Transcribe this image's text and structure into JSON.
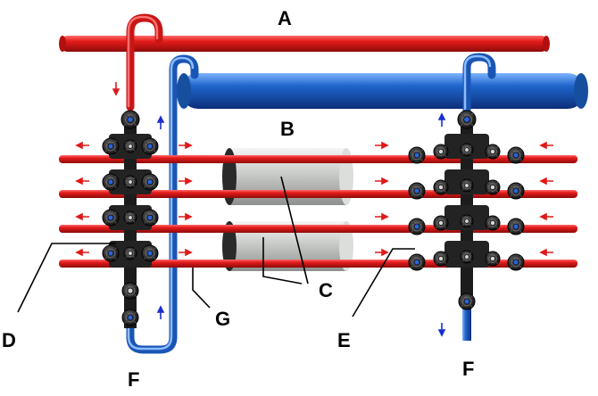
{
  "labels": {
    "A": "A",
    "B": "B",
    "C": "C",
    "D": "D",
    "E": "E",
    "F_left": "F",
    "F_right": "F",
    "G": "G"
  },
  "colors": {
    "hot_pipe": "#e01a1a",
    "cold_pipe": "#1a5fc4",
    "arrow_red": "#e01a1a",
    "arrow_blue": "#1a2fd0",
    "valve": "#1b1b1b",
    "tank": "#bfc2c0",
    "leader": "#000000"
  },
  "icons": {
    "valve": "gate-valve-icon",
    "arrow": "flow-arrow-icon"
  }
}
